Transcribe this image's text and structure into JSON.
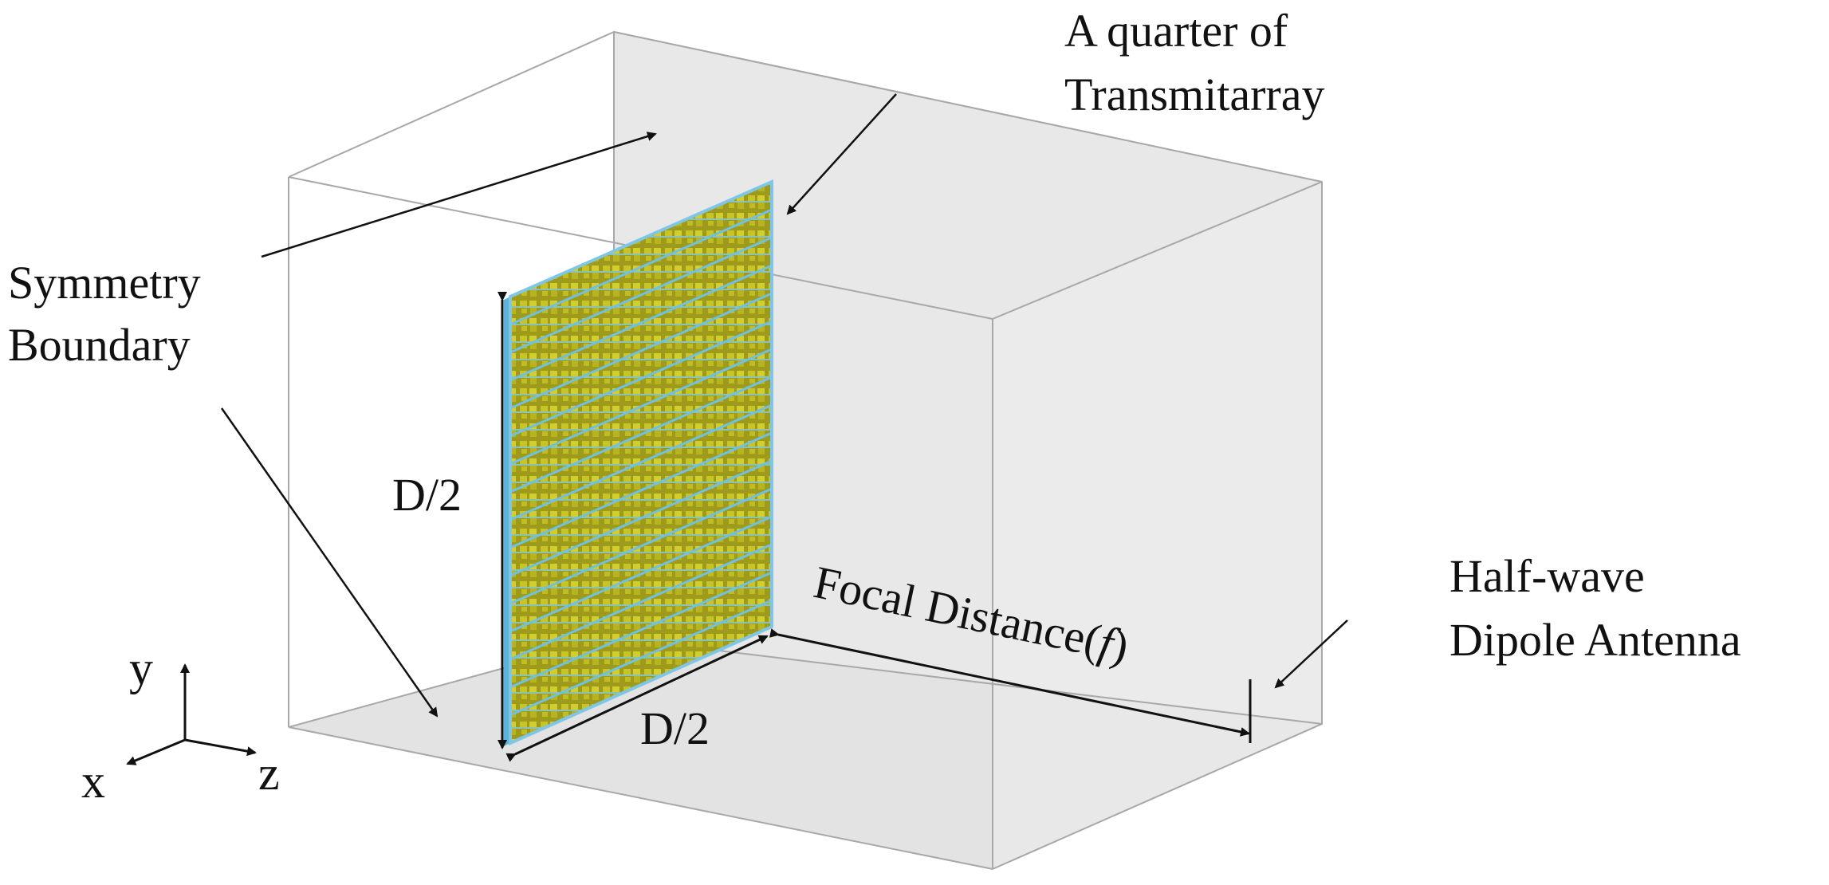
{
  "labels": {
    "quarter_line1": "A quarter of",
    "quarter_line2": "Transmitarray",
    "symmetry_line1": "Symmetry",
    "symmetry_line2": "Boundary",
    "d2_vertical": "D/2",
    "d2_horizontal": "D/2",
    "focal_prefix": "Focal Distance(",
    "focal_symbol": "f",
    "focal_suffix": ")",
    "dipole_line1": "Half-wave",
    "dipole_line2": "Dipole Antenna"
  },
  "axes": {
    "y": "y",
    "x": "x",
    "z": "z"
  },
  "colors": {
    "box_fill": "#e6e6e6",
    "box_edge": "#a8a8a8",
    "panel_border": "#7fc6e6",
    "panel_fill": "#9e9a1c",
    "panel_stripe": "#c8c426",
    "arrow": "#111111"
  }
}
